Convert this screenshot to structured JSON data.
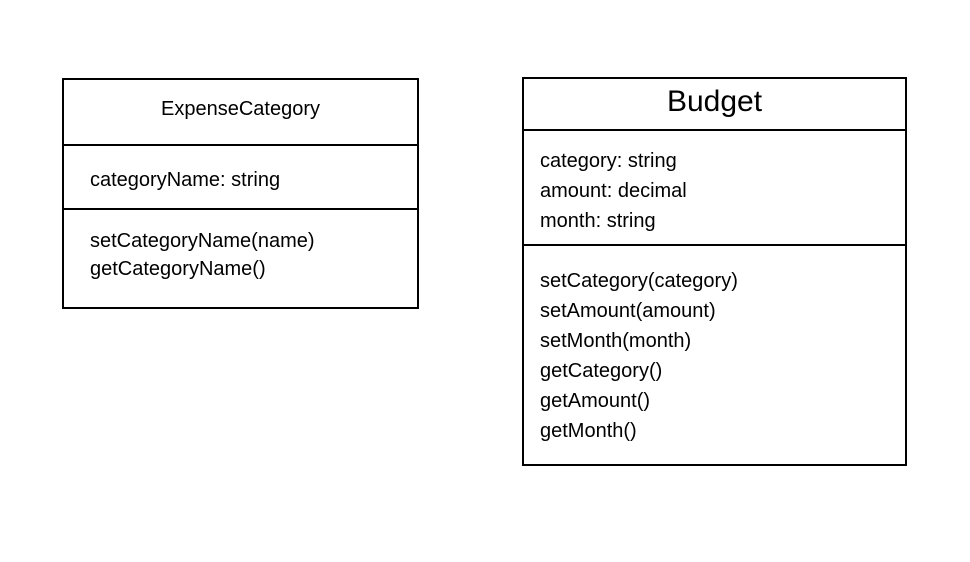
{
  "classes": {
    "expense_category": {
      "name": "ExpenseCategory",
      "attributes": [
        "categoryName: string"
      ],
      "operations": [
        "setCategoryName(name)",
        "getCategoryName()"
      ]
    },
    "budget": {
      "name": "Budget",
      "attributes": [
        "category: string",
        "amount: decimal",
        "month: string"
      ],
      "operations": [
        "setCategory(category)",
        "setAmount(amount)",
        "setMonth(month)",
        "getCategory()",
        "getAmount()",
        "getMonth()"
      ]
    }
  },
  "colors": {
    "stroke": "#000000",
    "background": "#ffffff"
  }
}
